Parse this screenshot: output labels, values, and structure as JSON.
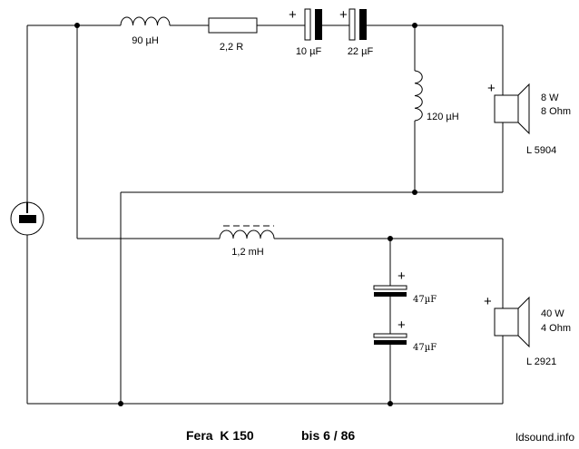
{
  "components": {
    "l1_label": "90 µH",
    "r1_label": "2,2 R",
    "c1_label": "10 µF",
    "c2_label": "22 µF",
    "l2_label": "120 µH",
    "l3_label": "1,2 mH",
    "c3_label": "47µF",
    "c4_label": "47µF",
    "polarity_mark": "+"
  },
  "speakers": {
    "tweeter": {
      "power": "8 W",
      "impedance": "8 Ohm",
      "model": "L 5904"
    },
    "woofer": {
      "power": "40 W",
      "impedance": "4 Ohm",
      "model": "L 2921"
    }
  },
  "footer": {
    "title": "Fera  K 150",
    "subtitle": "bis 6 / 86",
    "credit": "ldsound.info"
  }
}
